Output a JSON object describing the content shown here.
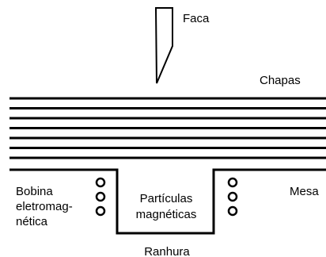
{
  "labels": {
    "knife": "Faca",
    "sheets": "Chapas",
    "coil_line1": "Bobina",
    "coil_line2": "eletromag-",
    "coil_line3": "nética",
    "particles_line1": "Partículas",
    "particles_line2": "magnéticas",
    "table": "Mesa",
    "groove": "Ranhura"
  },
  "counts": {
    "sheets": 7,
    "coil_turns_per_side": 3
  },
  "colors": {
    "line": "#000000",
    "background": "#ffffff"
  }
}
